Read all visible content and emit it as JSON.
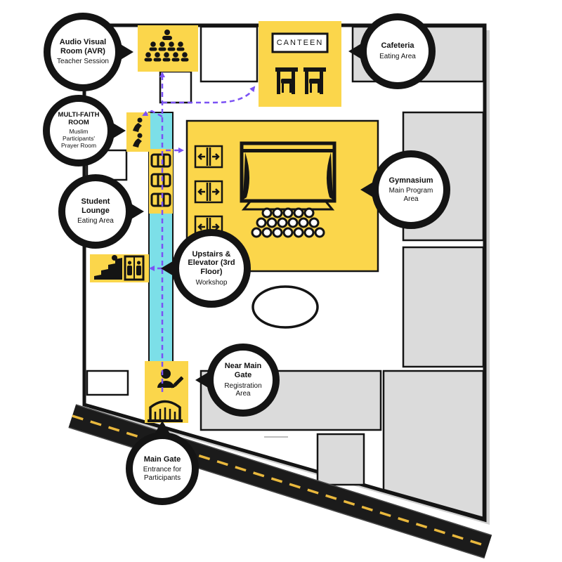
{
  "colors": {
    "highlight_yellow": "#FBD64B",
    "corridor_cyan": "#7CDFE8",
    "room_gray": "#DBDBDB",
    "route_purple": "#7B52F4",
    "outline_black": "#141414",
    "road_black": "#1B1B1B",
    "road_line_yellow": "#E9B83D"
  },
  "map": {
    "canteen_sign": "CANTEEN"
  },
  "icons": {
    "audience": "audience-icon",
    "canteen_tables": "dining-tables-icon",
    "prayer": "praying-person-icon",
    "benches": "bench-icon",
    "stage": "stage-curtain-icon",
    "crowd": "audience-seats-icon",
    "doors": "exit-door-icon",
    "stairs": "stairs-icon",
    "elevator": "elevator-icon",
    "registration": "person-writing-icon",
    "gate": "main-gate-icon"
  },
  "callouts": [
    {
      "id": "avr",
      "title": "Audio Visual Room (AVR)",
      "subtitle": "Teacher Session"
    },
    {
      "id": "cafeteria",
      "title": "Cafeteria",
      "subtitle": "Eating Area"
    },
    {
      "id": "multifaith",
      "title": "MULTI-FAITH ROOM",
      "subtitle": "Muslim Participants' Prayer Room"
    },
    {
      "id": "student-lounge",
      "title": "Student Lounge",
      "subtitle": "Eating Area"
    },
    {
      "id": "gymnasium",
      "title": "Gymnasium",
      "subtitle": "Main Program Area"
    },
    {
      "id": "upstairs",
      "title": "Upstairs & Elevator (3rd Floor)",
      "subtitle": "Workshop"
    },
    {
      "id": "near-main-gate",
      "title": "Near Main Gate",
      "subtitle": "Registration Area"
    },
    {
      "id": "main-gate",
      "title": "Main Gate",
      "subtitle": "Entrance for Participants"
    }
  ]
}
